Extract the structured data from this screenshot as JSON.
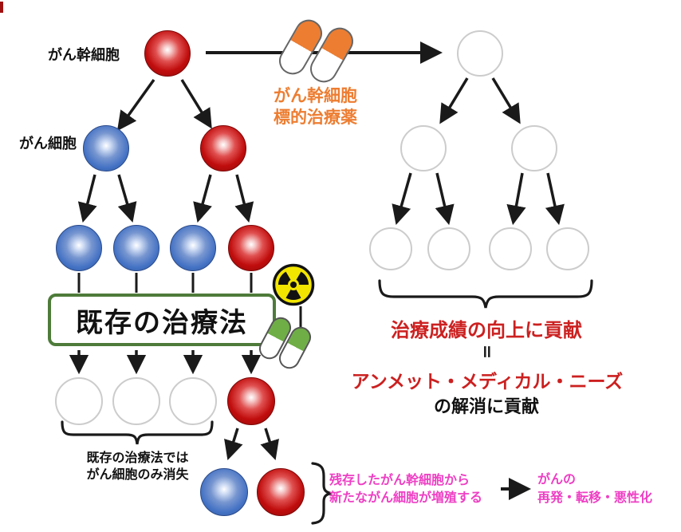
{
  "colors": {
    "stem_cell_red": "#c00d0d",
    "cancer_cell_blue": "#4472c4",
    "empty_cell_border": "#cccccc",
    "treatment_box_green": "#4e7b3a",
    "orange_drug": "#ed7d31",
    "green_drug": "#6fae46",
    "radiation_yellow": "#f2e500",
    "red_text": "#cc2020",
    "magenta_text": "#ee3fc4"
  },
  "labels": {
    "stem_cell": "がん幹細胞",
    "cancer_cell": "がん細胞",
    "targeted_drug_line1": "がん幹細胞",
    "targeted_drug_line2": "標的治療薬",
    "existing_treatment": "既存の治療法",
    "existing_result_line1": "既存の治療法では",
    "existing_result_line2": "がん細胞のみ消失",
    "outcome": "治療成績の向上に貢献",
    "equals": "=",
    "unmet_needs": "アンメット・メディカル・ニーズ",
    "unmet_suffix": "の解消に貢献",
    "relapse_line1": "残存したがん幹細胞から",
    "relapse_line2": "新たながん細胞が増殖する",
    "relapse_result_line1": "がんの",
    "relapse_result_line2": "再発・転移・悪性化"
  }
}
